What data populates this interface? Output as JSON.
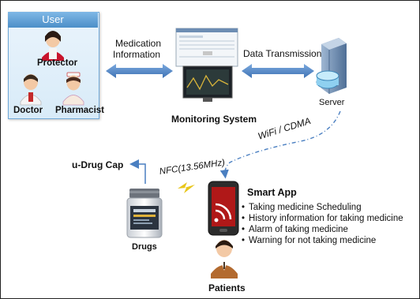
{
  "user": {
    "title": "User",
    "protector": "Protector",
    "doctor": "Doctor",
    "pharmacist": "Pharmacist"
  },
  "flows": {
    "medication_info": [
      "Medication",
      "Information"
    ],
    "data_transmission": "Data Transmission",
    "wifi": "WiFi / CDMA",
    "nfc": "NFC(13.56MHz)"
  },
  "monitoring": {
    "label": "Monitoring System"
  },
  "server": {
    "label": "Server"
  },
  "drug_cap": {
    "label": "u-Drug Cap"
  },
  "drugs": {
    "label": "Drugs"
  },
  "patients": {
    "label": "Patients"
  },
  "smart_app": {
    "title": "Smart App",
    "features": [
      "Taking medicine Scheduling",
      "History information for taking medicine",
      "Alarm of taking medicine",
      "Warning for not taking medicine"
    ]
  },
  "colors": {
    "arrow": "#4a7fc1",
    "box_border": "#6fa8d8",
    "phone_screen": "#b01818"
  }
}
